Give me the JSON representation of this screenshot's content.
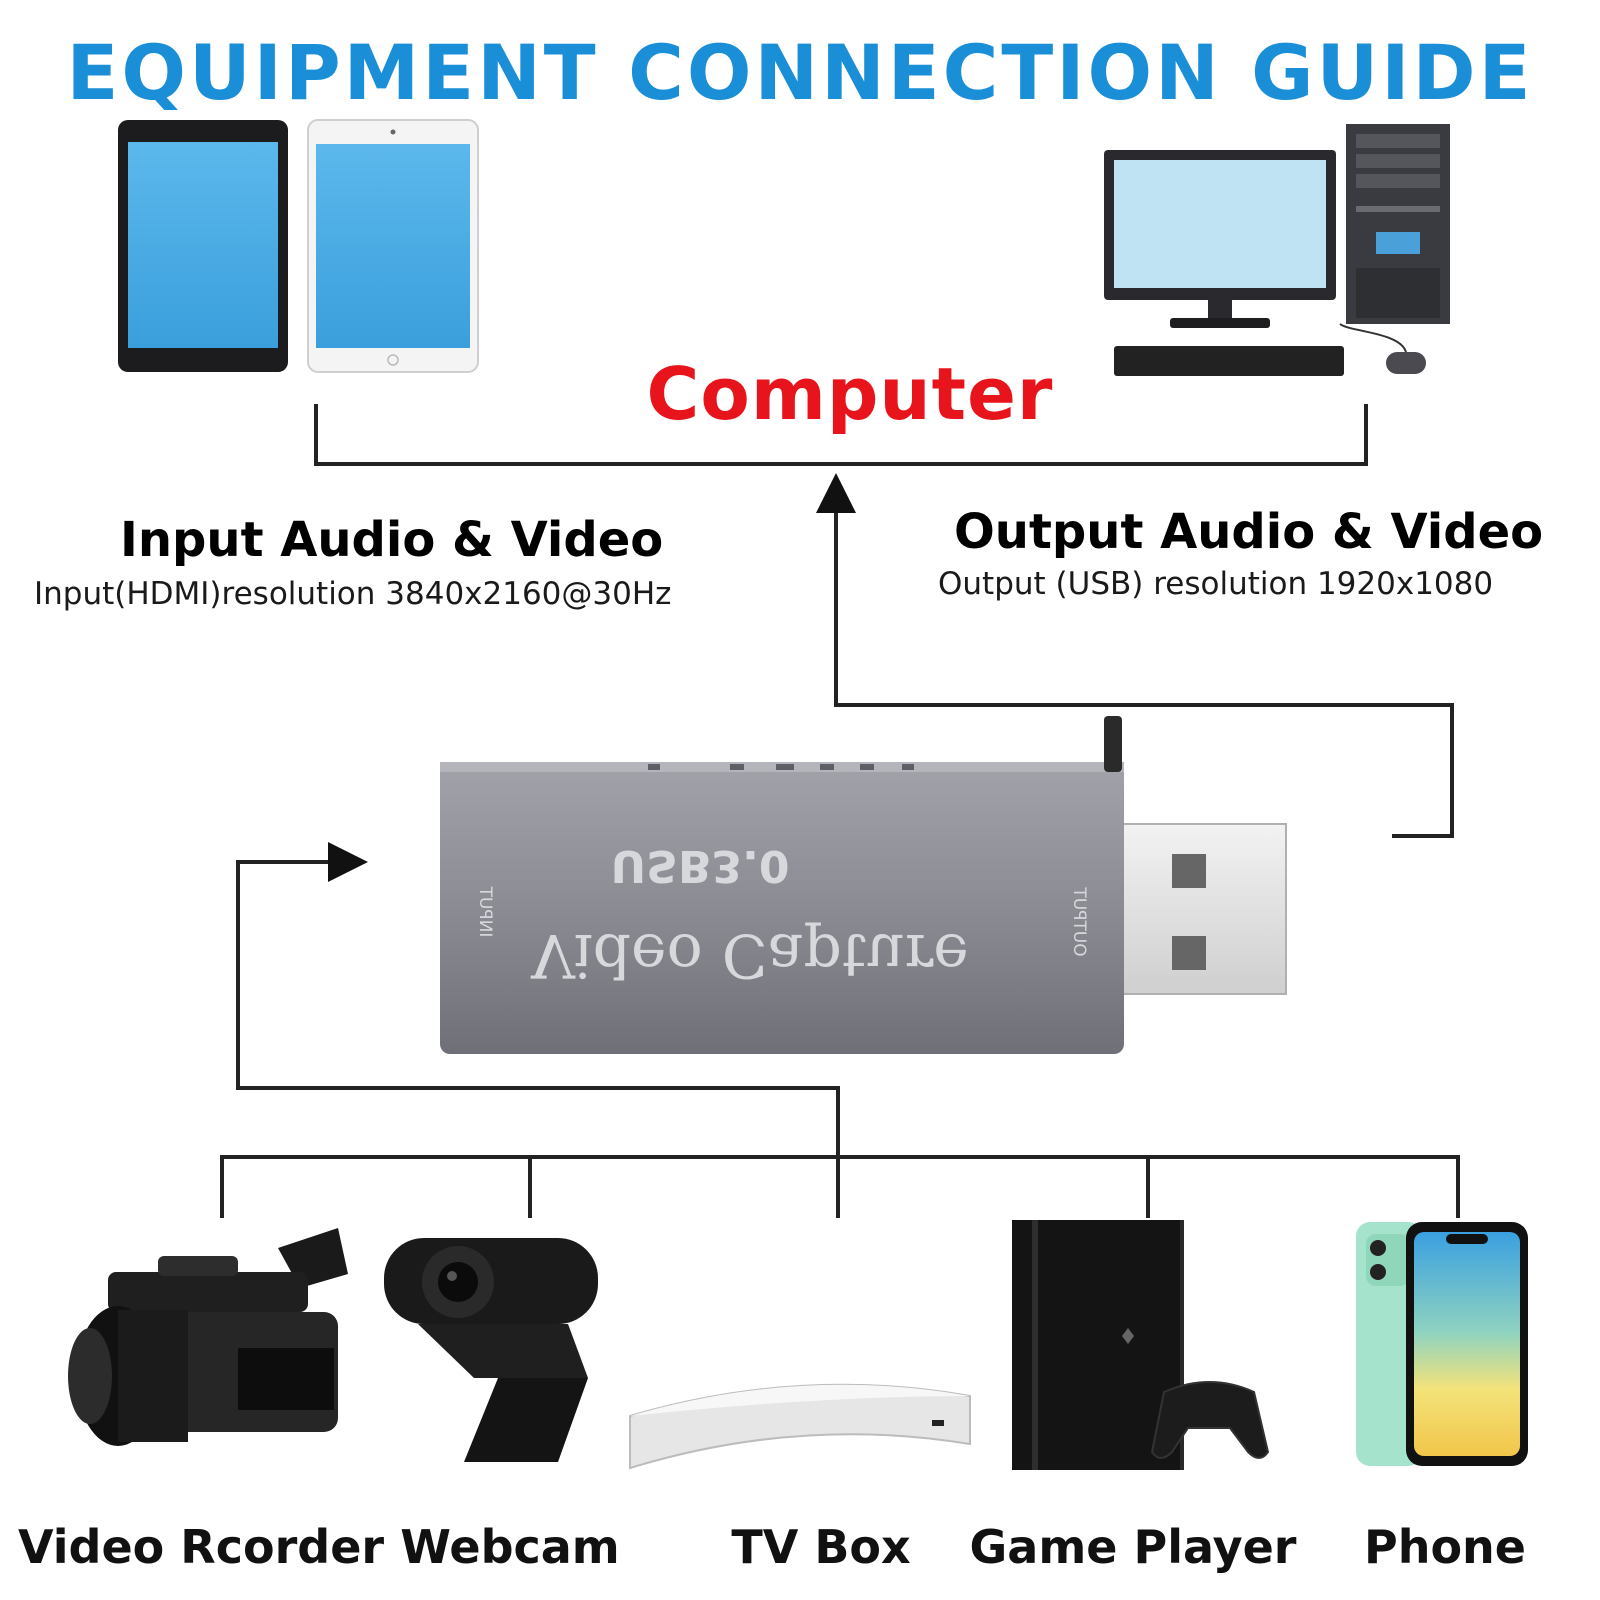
{
  "title": "EQUIPMENT CONNECTION GUIDE",
  "computer_label": "Computer",
  "input_section": {
    "heading": "Input Audio & Video",
    "detail": "Input(HDMI)resolution 3840x2160@30Hz"
  },
  "output_section": {
    "heading": "Output Audio & Video",
    "detail": "Output (USB) resolution 1920x1080"
  },
  "capture_device": {
    "brand_line": "USB3.0",
    "name_line": "Video Capture",
    "input_port_label": "INPUT",
    "output_port_label": "OUTPUT"
  },
  "sources": [
    {
      "label": "Video Rcorder",
      "icon": "video-camera-icon"
    },
    {
      "label": "Webcam",
      "icon": "webcam-icon"
    },
    {
      "label": "TV Box",
      "icon": "tv-box-icon"
    },
    {
      "label": "Game Player",
      "icon": "game-console-icon"
    },
    {
      "label": "Phone",
      "icon": "phone-icon"
    }
  ],
  "colors": {
    "title": "#1a8fd8",
    "computer_label": "#e8141c",
    "line": "#222222",
    "screen": "#4aaee8",
    "device_body": "#8d8e96"
  }
}
